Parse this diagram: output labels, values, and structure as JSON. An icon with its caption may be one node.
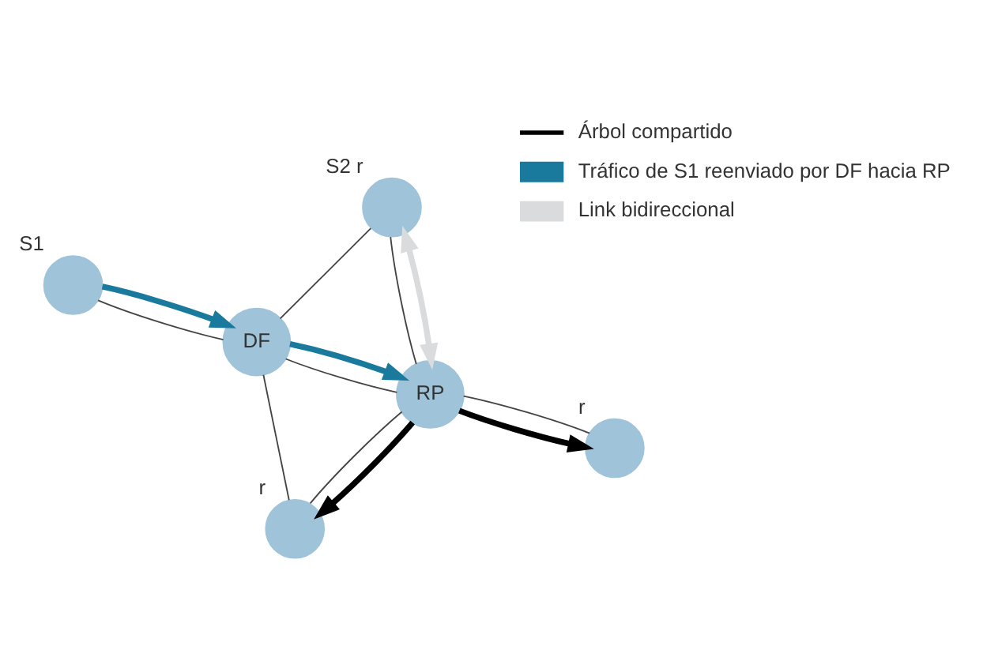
{
  "diagram": {
    "nodes": [
      {
        "text": [],
        "shape": "circle",
        "beside": [
          "r"
        ]
      },
      {
        "text": [
          "RP"
        ]
      },
      {
        "text": [
          "DF"
        ]
      },
      {
        "text": [],
        "shape": "circle",
        "beside": [
          "S1"
        ]
      },
      {
        "text": [],
        "shape": "circle",
        "beside": [
          "r"
        ]
      },
      {
        "text": [],
        "shape": "circle",
        "beside": [
          "S2",
          "r"
        ]
      }
    ],
    "edges": [
      {
        "from": 0,
        "to": 1,
        "arrow": "none"
      },
      {
        "from": 0,
        "to": 2,
        "arrow": "none"
      },
      {
        "from": 1,
        "to": 2,
        "arrow": "none"
      },
      {
        "from": 2,
        "to": 3,
        "arrow": "none"
      },
      {
        "from": 1,
        "to": 4,
        "arrow": "none"
      },
      {
        "from": 1,
        "to": 5,
        "arrow": "none"
      },
      {
        "from": 2,
        "to": 5,
        "arrow": "none"
      },
      {
        "from": 1,
        "to": 0,
        "arrow": "to",
        "style": "thick",
        "color": "#000000"
      },
      {
        "from": 1,
        "to": 4,
        "arrow": "to",
        "style": "thick",
        "color": "#000000"
      },
      {
        "from": 3,
        "to": 2,
        "arrow": "to",
        "style": "thick",
        "color": "#1a7a9e"
      },
      {
        "from": 2,
        "to": 1,
        "arrow": "to",
        "style": "thick",
        "color": "#1a7a9e"
      },
      {
        "from": 1,
        "to": 5,
        "arrow": "both",
        "style": "thick",
        "color": "#d9dbdc"
      }
    ],
    "legend": [
      {
        "text": "Árbol compartido"
      },
      {
        "text": "Tráfico de S1 reenviado por DF hacia RP"
      },
      {
        "text": "Link bidireccional"
      }
    ]
  }
}
